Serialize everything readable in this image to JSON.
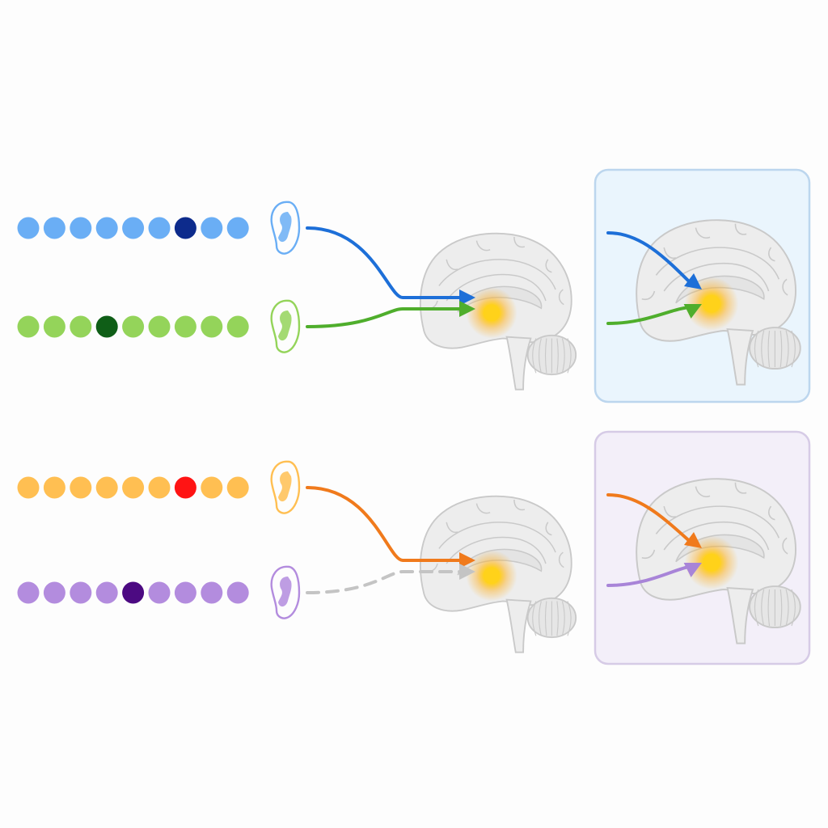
{
  "colors": {
    "background": "#fdfdfd",
    "blue": "#6aaef5",
    "blue_deviant": "#0d2b8c",
    "blue_arrow": "#1d6fd8",
    "green": "#94d45a",
    "green_deviant": "#0f5e17",
    "green_arrow": "#4fae2c",
    "orange": "#ffbf52",
    "orange_deviant": "#ff1414",
    "orange_arrow": "#f07a1c",
    "purple": "#b38cde",
    "purple_deviant": "#4c0a82",
    "purple_arrow": "#a884d8",
    "gray_arrow": "#c4c4c4",
    "brain_fill": "#ededed",
    "brain_stroke": "#c9c9c9",
    "glow": "#ffd21a",
    "panel_top_fill": "#eaf5fd",
    "panel_top_border": "#bcd6ee",
    "panel_bottom_fill": "#f3eff9",
    "panel_bottom_border": "#d6cbe6"
  },
  "groups": [
    {
      "id": "top",
      "streams": [
        {
          "id": "blue",
          "tones": 9,
          "deviant_index": 6,
          "color": "blue",
          "deviant_color": "blue_deviant",
          "ear_icon": "ear-icon",
          "arrow_color": "blue_arrow",
          "arrow_style": "solid"
        },
        {
          "id": "green",
          "tones": 9,
          "deviant_index": 3,
          "color": "green",
          "deviant_color": "green_deviant",
          "ear_icon": "ear-icon",
          "arrow_color": "green_arrow",
          "arrow_style": "solid"
        }
      ],
      "panel": {
        "fill": "panel_top_fill",
        "border": "panel_top_border",
        "arrows": [
          "blue_arrow",
          "green_arrow"
        ]
      }
    },
    {
      "id": "bottom",
      "streams": [
        {
          "id": "orange",
          "tones": 9,
          "deviant_index": 6,
          "color": "orange",
          "deviant_color": "orange_deviant",
          "ear_icon": "ear-icon",
          "arrow_color": "orange_arrow",
          "arrow_style": "solid"
        },
        {
          "id": "purple",
          "tones": 9,
          "deviant_index": 4,
          "color": "purple",
          "deviant_color": "purple_deviant",
          "ear_icon": "ear-icon",
          "arrow_color": "gray_arrow",
          "arrow_style": "dashed"
        }
      ],
      "panel": {
        "fill": "panel_bottom_fill",
        "border": "panel_bottom_border",
        "arrows": [
          "orange_arrow",
          "purple_arrow"
        ]
      }
    }
  ]
}
